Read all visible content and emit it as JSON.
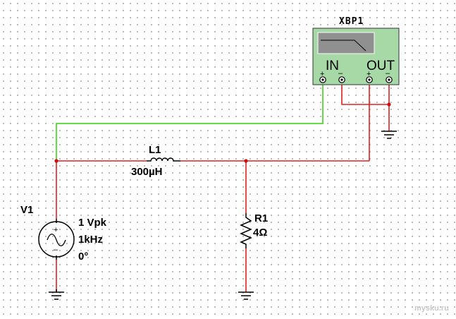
{
  "instrument": {
    "title": "XBP1",
    "in_label": "IN",
    "out_label": "OUT",
    "plus": "+",
    "minus": "–"
  },
  "inductor": {
    "name": "L1",
    "value": "300µH"
  },
  "source": {
    "name": "V1",
    "amplitude": "1 Vpk",
    "frequency": "1kHz",
    "phase": "0°",
    "plus": "+",
    "minus": "–"
  },
  "resistor": {
    "name": "R1",
    "value": "4Ω"
  },
  "watermark": "mysku.ru",
  "colors": {
    "wire_red": "#e02020",
    "wire_green": "#66dd44",
    "instrument_fill": "#a6d9a6",
    "junction": "#d01010"
  }
}
